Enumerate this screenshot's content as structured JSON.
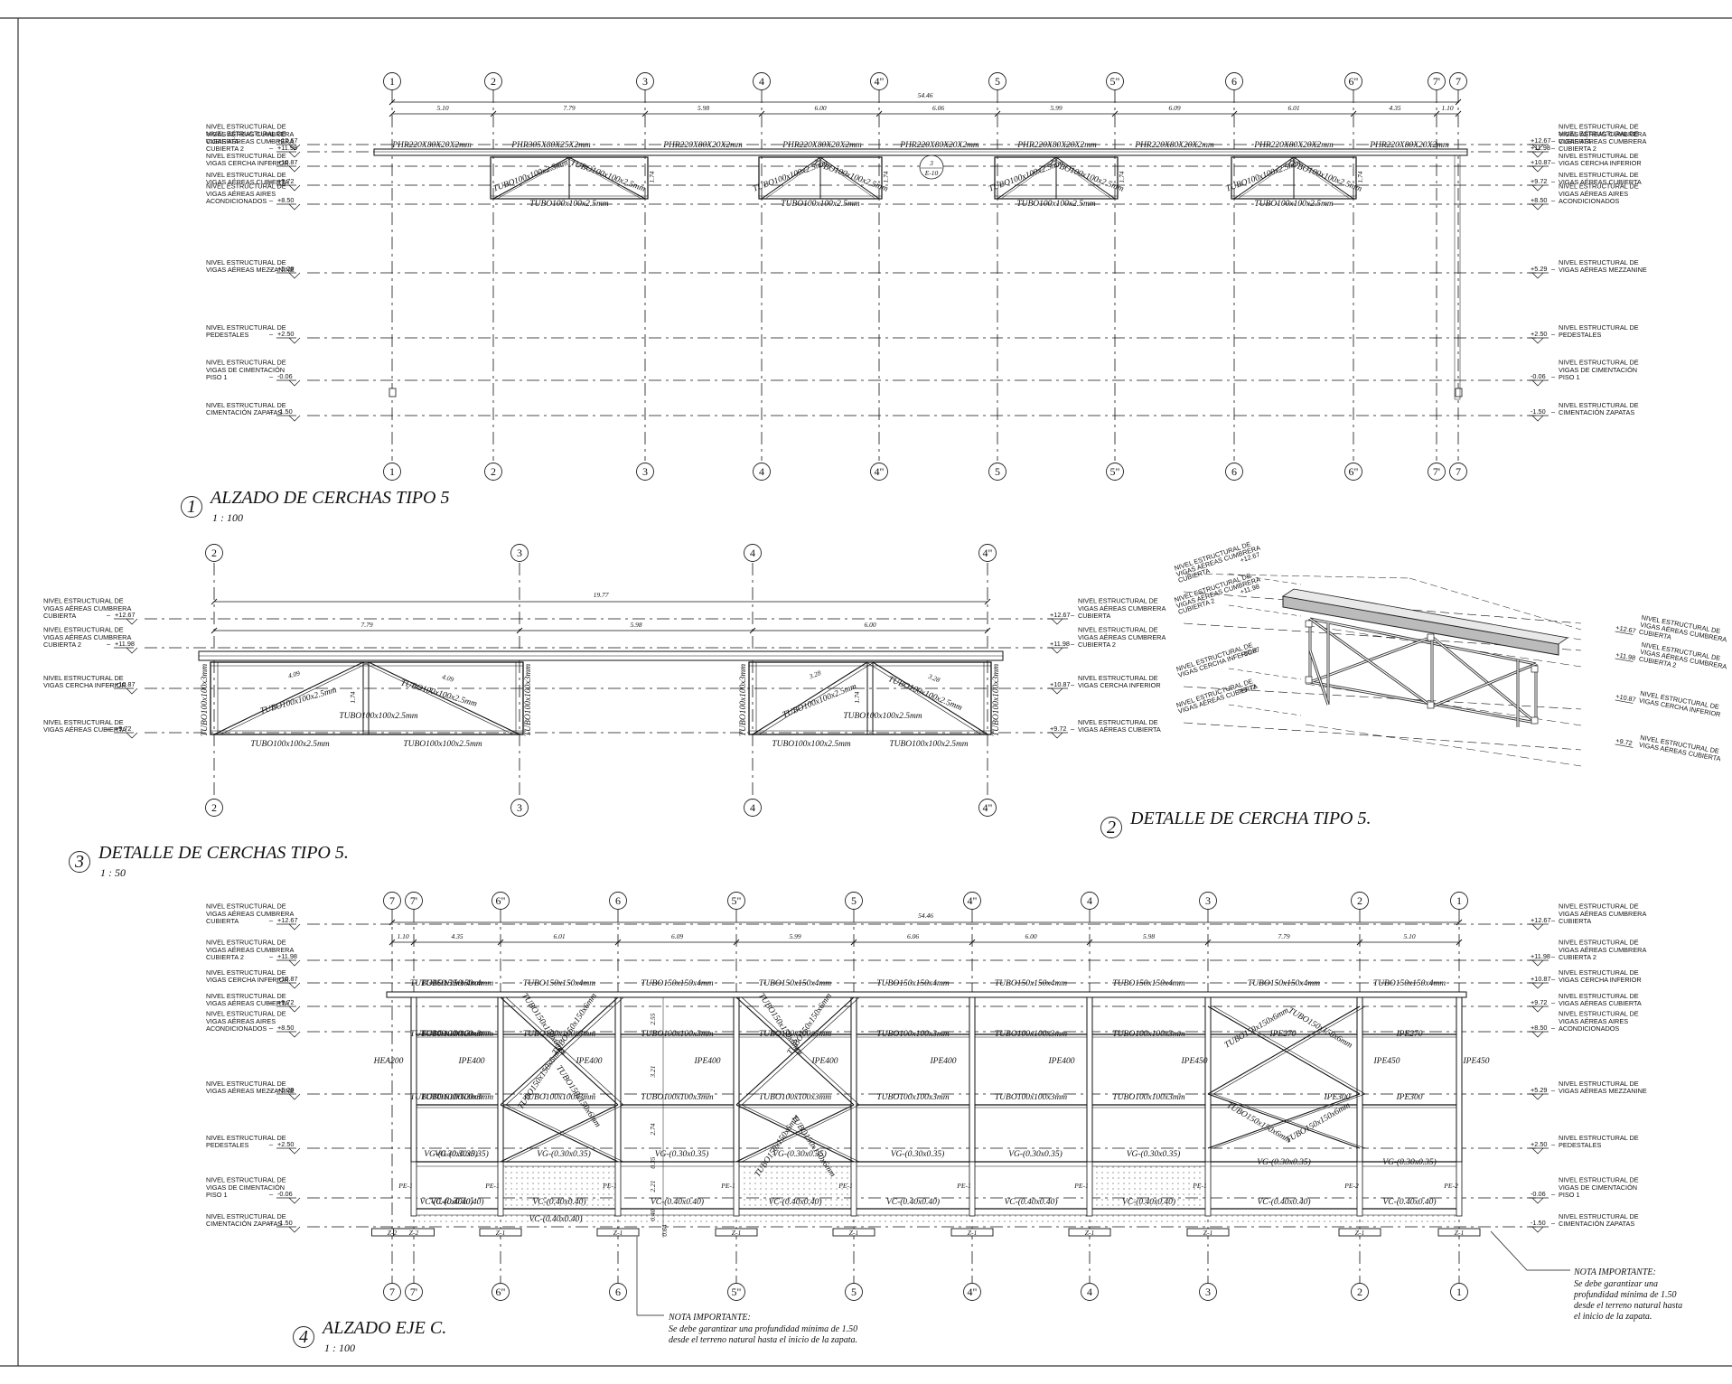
{
  "views": [
    {
      "id": "v1",
      "number": "1",
      "title": "ALZADO DE CERCHAS TIPO 5",
      "scale": "1 : 100",
      "grid": [
        "1",
        "2",
        "3",
        "4",
        "4\"",
        "5",
        "5\"",
        "6",
        "6\"",
        "7'",
        "7"
      ],
      "total_dim": "54.46",
      "spans": [
        "5.10",
        "7.79",
        "5.98",
        "6.00",
        "6.06",
        "5.99",
        "6.09",
        "6.01",
        "4.35",
        "1.10"
      ],
      "levels": [
        {
          "v": "+12.67",
          "l": [
            "NIVEL ESTRUCTURAL DE",
            "VIGAS AÉREAS CUMBRERA",
            "CUBIERTA"
          ]
        },
        {
          "v": "+11.98",
          "l": [
            "NIVEL ESTRUCTURAL DE",
            "VIGAS AÉREAS CUMBRERA",
            "CUBIERTA 2"
          ]
        },
        {
          "v": "+10.87",
          "l": [
            "NIVEL ESTRUCTURAL DE",
            "VIGAS CERCHA INFERIOR"
          ]
        },
        {
          "v": "+9.72",
          "l": [
            "NIVEL ESTRUCTURAL DE",
            "VIGAS AÉREAS CUBIERTA"
          ]
        },
        {
          "v": "+8.50",
          "l": [
            "NIVEL ESTRUCTURAL DE",
            "VIGAS AÉREAS AIRES",
            "ACONDICIONADOS"
          ]
        },
        {
          "v": "+5.29",
          "l": [
            "NIVEL ESTRUCTURAL DE",
            "VIGAS AÉREAS MEZZANINE"
          ]
        },
        {
          "v": "+2.50",
          "l": [
            "NIVEL ESTRUCTURAL DE",
            "PEDESTALES"
          ]
        },
        {
          "v": "-0.06",
          "l": [
            "NIVEL ESTRUCTURAL DE",
            "VIGAS DE CIMENTACIÓN",
            "PISO 1"
          ]
        },
        {
          "v": "-1.50",
          "l": [
            "NIVEL ESTRUCTURAL DE",
            "CIMENTACIÓN ZAPATAS"
          ]
        }
      ],
      "top_members": [
        "PHR220X80X20X2mm",
        "PHR305X80X25X2mm",
        "PHR220X80X20X2mm",
        "PHR220X80X20X2mm",
        "PHR220X80X20X2mm",
        "PHR220X80X20X2mm",
        "PHR220X80X20X2mm",
        "PHR220X80X20X2mm",
        "PHR220X80X20X2mm"
      ],
      "truss_tube": "TUBO100x100x2.5mm",
      "truss_height": "1.74",
      "callout": {
        "n": "3",
        "ref": "E-10"
      }
    },
    {
      "id": "v3",
      "number": "3",
      "title": "DETALLE DE CERCHAS TIPO 5.",
      "scale": "1 : 50",
      "grid": [
        "2",
        "3",
        "4",
        "4\""
      ],
      "total_dim": "19.77",
      "spans": [
        "7.79",
        "5.98",
        "6.00"
      ],
      "diag_lengths": [
        "4.09",
        "4.09",
        "3.28",
        "3.28"
      ],
      "truss_height": "1.74",
      "tube": "TUBO100x100x2.5mm",
      "post": "TUBO100x100x3mm",
      "levels": [
        {
          "v": "+12.67",
          "l": [
            "NIVEL ESTRUCTURAL DE",
            "VIGAS AÉREAS CUMBRERA",
            "CUBIERTA"
          ]
        },
        {
          "v": "+11.98",
          "l": [
            "NIVEL ESTRUCTURAL DE",
            "VIGAS AÉREAS CUMBRERA",
            "CUBIERTA 2"
          ]
        },
        {
          "v": "+10.87",
          "l": [
            "NIVEL ESTRUCTURAL DE",
            "VIGAS CERCHA INFERIOR"
          ]
        },
        {
          "v": "+9.72",
          "l": [
            "NIVEL ESTRUCTURAL DE",
            "VIGAS AÉREAS CUBIERTA"
          ]
        }
      ]
    },
    {
      "id": "v2",
      "number": "2",
      "title": "DETALLE DE CERCHA TIPO 5.",
      "levels": [
        {
          "v": "+12.67",
          "l": [
            "NIVEL ESTRUCTURAL DE",
            "VIGAS AÉREAS CUMBRERA",
            "CUBIERTA"
          ]
        },
        {
          "v": "+11.98",
          "l": [
            "NIVEL ESTRUCTURAL DE",
            "VIGAS AÉREAS CUMBRERA",
            "CUBIERTA 2"
          ]
        },
        {
          "v": "+10.87",
          "l": [
            "NIVEL ESTRUCTURAL DE",
            "VIGAS CERCHA INFERIOR"
          ]
        },
        {
          "v": "+9.72",
          "l": [
            "NIVEL ESTRUCTURAL DE",
            "VIGAS AÉREAS CUBIERTA"
          ]
        }
      ]
    },
    {
      "id": "v4",
      "number": "4",
      "title": "ALZADO EJE C.",
      "scale": "1 : 100",
      "grid": [
        "7",
        "7'",
        "6\"",
        "6",
        "5\"",
        "5",
        "4\"",
        "4",
        "3",
        "2",
        "1"
      ],
      "total_dim": "54.46",
      "spans": [
        "1.10",
        "4.35",
        "6.01",
        "6.09",
        "5.99",
        "6.06",
        "6.00",
        "5.98",
        "7.79",
        "5.10"
      ],
      "top_tube": "TUBO150x150x4mm",
      "mid_tube": "TUBO100x100x3mm",
      "brace": "TUBO150x150x6mm",
      "columns": [
        "HEA200",
        "IPE400",
        "IPE400",
        "IPE400",
        "IPE400",
        "IPE400",
        "IPE400",
        "IPE450",
        "IPE450",
        "IPE450"
      ],
      "right_beams_upper": [
        "IPE270",
        "IPE270"
      ],
      "right_beams_lower": [
        "IPE300",
        "IPE300"
      ],
      "grade_beam": "VG-(0.30x0.35)",
      "found_beam": "VC-(0.40x0.40)",
      "pedestal": "PE-1",
      "pedestal2": "PE-2",
      "footing": "Z-1",
      "footing2": "Z-2",
      "vdims": [
        "2.55",
        "3.21",
        "2.74",
        "0.35",
        "2.21",
        "0.40",
        "0.64"
      ],
      "levels": [
        {
          "v": "+12.67",
          "l": [
            "NIVEL ESTRUCTURAL DE",
            "VIGAS AÉREAS CUMBRERA",
            "CUBIERTA"
          ]
        },
        {
          "v": "+11.98",
          "l": [
            "NIVEL ESTRUCTURAL DE",
            "VIGAS AÉREAS CUMBRERA",
            "CUBIERTA 2"
          ]
        },
        {
          "v": "+10.87",
          "l": [
            "NIVEL ESTRUCTURAL DE",
            "VIGAS CERCHA INFERIOR"
          ]
        },
        {
          "v": "+9.72",
          "l": [
            "NIVEL ESTRUCTURAL DE",
            "VIGAS AÉREAS CUBIERTA"
          ]
        },
        {
          "v": "+8.50",
          "l": [
            "NIVEL ESTRUCTURAL DE",
            "VIGAS AÉREAS AIRES",
            "ACONDICIONADOS"
          ]
        },
        {
          "v": "+5.29",
          "l": [
            "NIVEL ESTRUCTURAL DE",
            "VIGAS AÉREAS MEZZANINE"
          ]
        },
        {
          "v": "+2.50",
          "l": [
            "NIVEL ESTRUCTURAL DE",
            "PEDESTALES"
          ]
        },
        {
          "v": "-0.06",
          "l": [
            "NIVEL ESTRUCTURAL DE",
            "VIGAS DE CIMENTACIÓN",
            "PISO 1"
          ]
        },
        {
          "v": "-1.50",
          "l": [
            "NIVEL ESTRUCTURAL DE",
            "CIMENTACIÓN ZAPATAS"
          ]
        }
      ]
    }
  ],
  "notes": {
    "note_heading": "NOTA IMPORTANTE:",
    "note_a": [
      "Se debe garantizar una profundidad mínima de 1.50",
      "desde el terreno natural hasta el inicio de la zapata."
    ],
    "note_b": [
      "Se debe garantizar una",
      "profundidad mínima de 1.50",
      "desde el terreno natural hasta",
      "el inicio de la zapata."
    ]
  }
}
